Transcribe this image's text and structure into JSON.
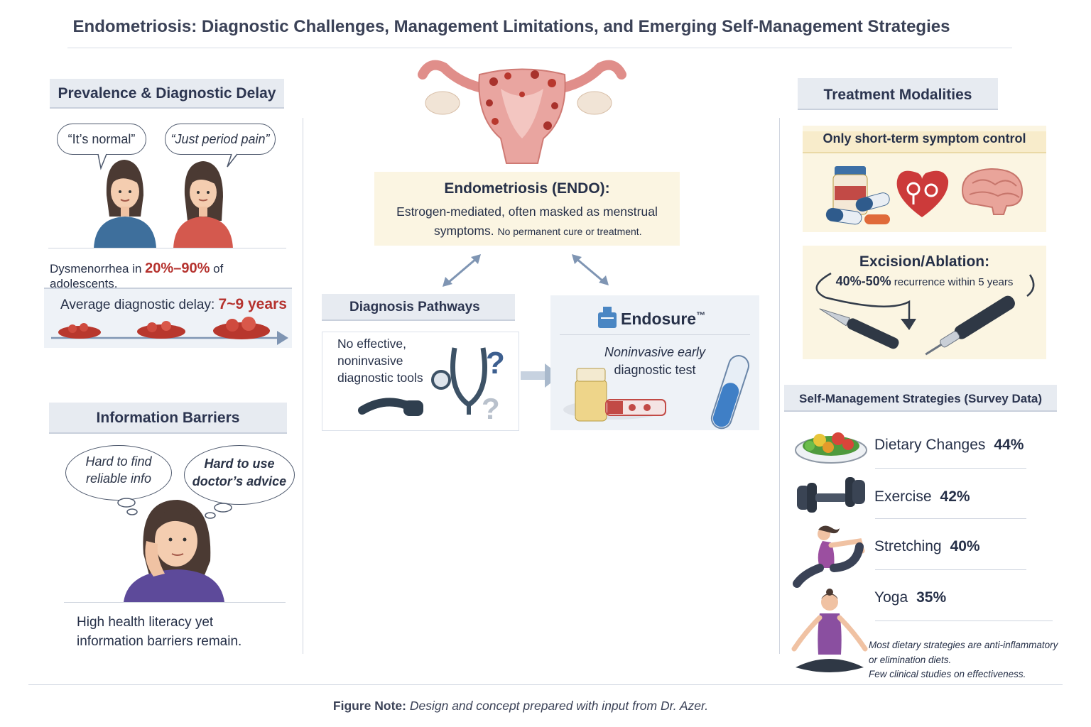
{
  "title": "Endometriosis: Diagnostic Challenges, Management Limitations, and Emerging Self-Management Strategies",
  "left": {
    "prevalence": {
      "header": "Prevalence & Diagnostic Delay",
      "bubble1": "“It’s normal”",
      "bubble2": "“Just period pain”",
      "dysmenorrhea_prefix": "Dysmenorrhea in ",
      "dysmenorrhea_range": "20%–90%",
      "dysmenorrhea_suffix": " of adolescents.",
      "delay_label": "Average diagnostic delay: ",
      "delay_value": "7~9 years"
    },
    "information": {
      "header": "Information Barriers",
      "thought1_line1": "Hard to find",
      "thought1_line2": "reliable info",
      "thought2_line1": "Hard to use",
      "thought2_line2": "doctor’s advice",
      "caption_line1": "High health literacy yet",
      "caption_line2": "information barriers remain."
    }
  },
  "center": {
    "endo_title": "Endometriosis (ENDO):",
    "endo_line1": "Estrogen-mediated, often masked as menstrual",
    "endo_line2": "symptoms.",
    "endo_note": "No permanent cure or treatment.",
    "diag_header": "Diagnosis Pathways",
    "diag_line1": "No effective,",
    "diag_line2": "noninvasive",
    "diag_line3": "diagnostic tools",
    "endosure_name": "Endosure",
    "endosure_tm": "™",
    "endosure_line1": "Noninvasive early",
    "endosure_line2": "diagnostic test"
  },
  "right": {
    "treatment_header": "Treatment Modalities",
    "shortterm_label": "Only short-term symptom control",
    "excision_title": "Excision/Ablation:",
    "excision_pct": "40%-50%",
    "excision_text": " recurrence within 5 years",
    "selfmgmt_header": "Self-Management Strategies (Survey Data)",
    "strategies": [
      {
        "label": "Dietary Changes",
        "value": "44%"
      },
      {
        "label": "Exercise",
        "value": "42%"
      },
      {
        "label": "Stretching",
        "value": "40%"
      },
      {
        "label": "Yoga",
        "value": "35%"
      }
    ],
    "note_line1": "Most dietary strategies are anti-inflammatory",
    "note_line2": "or elimination diets.",
    "note_line3": "Few clinical studies on effectiveness."
  },
  "footer": {
    "label": "Figure Note:",
    "text": "Design and concept prepared with input from Dr. Azer."
  },
  "colors": {
    "accent_red": "#b5322e",
    "header_bg": "#e7ebf1",
    "cream_panel": "#fbf5e2",
    "blue_panel": "#eef2f7",
    "arrow": "#7f95b3"
  }
}
